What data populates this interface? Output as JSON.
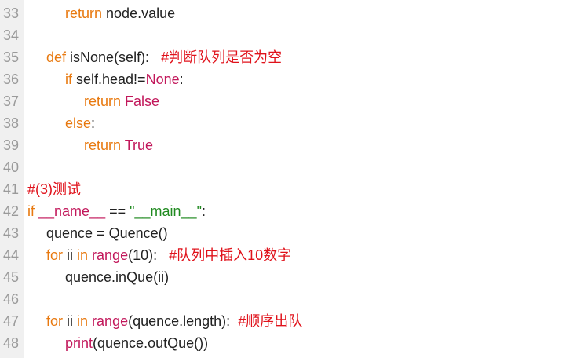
{
  "editor": {
    "gutter_color": "#f0f0f0",
    "colors": {
      "keyword": "#e8790f",
      "constant": "#c2185b",
      "string": "#1f8a1f",
      "comment": "#e0121b",
      "text": "#222222",
      "line_number": "#9a9a9a"
    },
    "lines": [
      {
        "n": "33",
        "indent": 2,
        "tokens": [
          {
            "t": "return",
            "c": "kw"
          },
          {
            "t": " node.value",
            "c": "txt"
          }
        ]
      },
      {
        "n": "34",
        "indent": 0,
        "tokens": []
      },
      {
        "n": "35",
        "indent": 1,
        "tokens": [
          {
            "t": "def",
            "c": "kw"
          },
          {
            "t": " isNone(self):   ",
            "c": "txt"
          },
          {
            "t": "#判断队列是否为空",
            "c": "cmt"
          }
        ]
      },
      {
        "n": "36",
        "indent": 2,
        "tokens": [
          {
            "t": "if",
            "c": "kw"
          },
          {
            "t": " self.head!=",
            "c": "txt"
          },
          {
            "t": "None",
            "c": "const"
          },
          {
            "t": ":",
            "c": "txt"
          }
        ]
      },
      {
        "n": "37",
        "indent": 3,
        "tokens": [
          {
            "t": "return",
            "c": "kw"
          },
          {
            "t": " ",
            "c": "txt"
          },
          {
            "t": "False",
            "c": "const"
          }
        ]
      },
      {
        "n": "38",
        "indent": 2,
        "tokens": [
          {
            "t": "else",
            "c": "kw"
          },
          {
            "t": ":",
            "c": "txt"
          }
        ]
      },
      {
        "n": "39",
        "indent": 3,
        "tokens": [
          {
            "t": "return",
            "c": "kw"
          },
          {
            "t": " ",
            "c": "txt"
          },
          {
            "t": "True",
            "c": "const"
          }
        ]
      },
      {
        "n": "40",
        "indent": 0,
        "tokens": []
      },
      {
        "n": "41",
        "indent": 0,
        "tokens": [
          {
            "t": "#(3)测试",
            "c": "cmt"
          }
        ]
      },
      {
        "n": "42",
        "indent": 0,
        "tokens": [
          {
            "t": "if",
            "c": "kw"
          },
          {
            "t": " ",
            "c": "txt"
          },
          {
            "t": "__name__",
            "c": "dunder"
          },
          {
            "t": " == ",
            "c": "txt"
          },
          {
            "t": "\"__main__\"",
            "c": "str"
          },
          {
            "t": ":",
            "c": "txt"
          }
        ]
      },
      {
        "n": "43",
        "indent": 1,
        "tokens": [
          {
            "t": "quence = Quence()",
            "c": "txt"
          }
        ]
      },
      {
        "n": "44",
        "indent": 1,
        "tokens": [
          {
            "t": "for",
            "c": "kw"
          },
          {
            "t": " ii ",
            "c": "txt"
          },
          {
            "t": "in",
            "c": "kw"
          },
          {
            "t": " ",
            "c": "txt"
          },
          {
            "t": "range",
            "c": "fn"
          },
          {
            "t": "(10):   ",
            "c": "txt"
          },
          {
            "t": "#队列中插入10数字",
            "c": "cmt"
          }
        ]
      },
      {
        "n": "45",
        "indent": 2,
        "tokens": [
          {
            "t": "quence.inQue(ii)",
            "c": "txt"
          }
        ]
      },
      {
        "n": "46",
        "indent": 0,
        "tokens": []
      },
      {
        "n": "47",
        "indent": 1,
        "tokens": [
          {
            "t": "for",
            "c": "kw"
          },
          {
            "t": " ii ",
            "c": "txt"
          },
          {
            "t": "in",
            "c": "kw"
          },
          {
            "t": " ",
            "c": "txt"
          },
          {
            "t": "range",
            "c": "fn"
          },
          {
            "t": "(quence.length):  ",
            "c": "txt"
          },
          {
            "t": "#顺序出队",
            "c": "cmt"
          }
        ]
      },
      {
        "n": "48",
        "indent": 2,
        "tokens": [
          {
            "t": "print",
            "c": "fn"
          },
          {
            "t": "(quence.outQue())",
            "c": "txt"
          }
        ]
      }
    ]
  }
}
